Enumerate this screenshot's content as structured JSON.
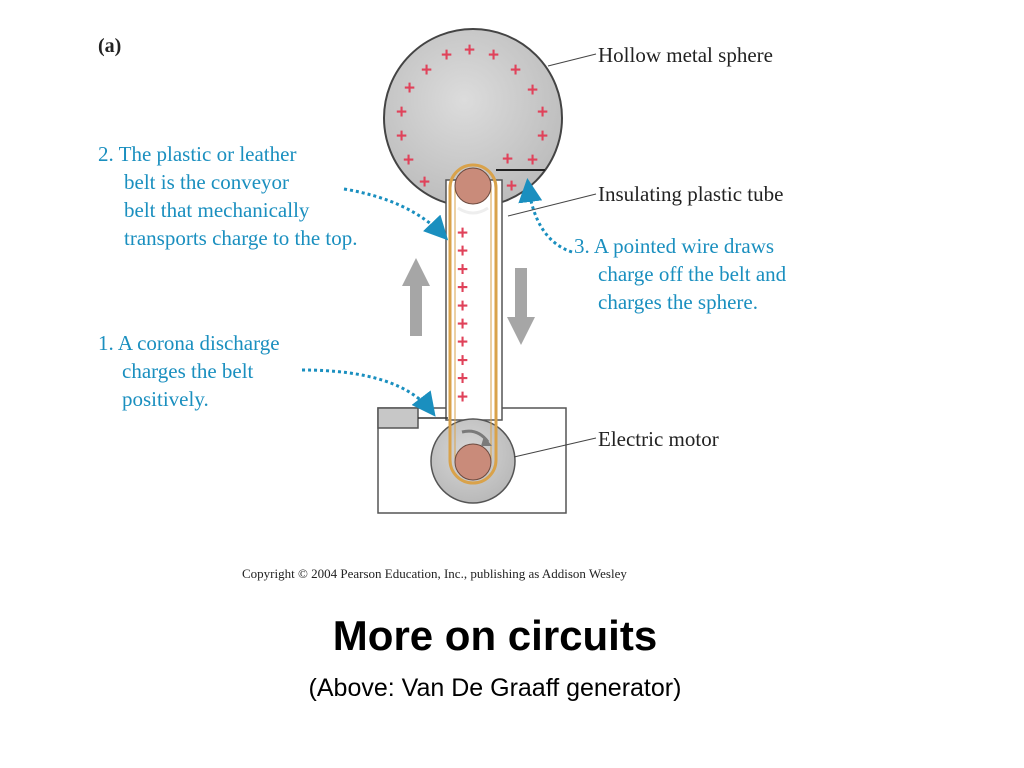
{
  "diagram": {
    "panel_label": "(a)",
    "labels": {
      "sphere": "Hollow metal sphere",
      "tube": "Insulating plastic tube",
      "motor": "Electric motor"
    },
    "callout_1": [
      "1. A corona discharge",
      "charges the belt",
      "positively."
    ],
    "callout_2": [
      "2. The plastic or leather",
      "belt is the conveyor",
      "belt that mechanically",
      "transports charge to the top."
    ],
    "callout_3": [
      "3. A pointed wire draws",
      "charge off the belt and",
      "charges the sphere."
    ],
    "copyright": "Copyright © 2004 Pearson Education, Inc., publishing as Addison Wesley",
    "charge_symbol": "+",
    "colors": {
      "callout": "#1a8fbf",
      "charge": "#e0425a",
      "sphere": "#c9c9c9",
      "belt": "#d9a24a",
      "pulley": "#c98b7a"
    }
  },
  "slide": {
    "title": "More on circuits",
    "subtitle": "(Above: Van De Graaff generator)"
  }
}
